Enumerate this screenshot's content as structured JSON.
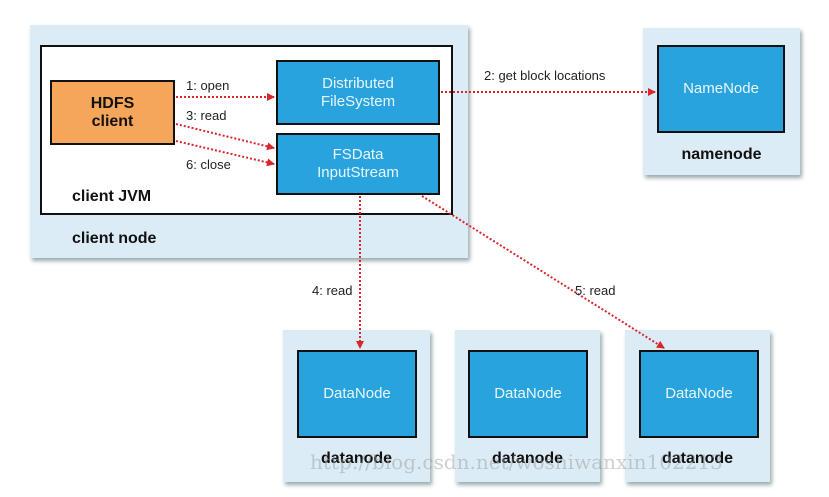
{
  "client_node": {
    "label": "client node",
    "jvm_label": "client JVM",
    "hdfs_client": "HDFS\nclient",
    "dfs": "Distributed\nFileSystem",
    "fsdata": "FSData\nInputStream"
  },
  "namenode": {
    "inner": "NameNode",
    "label": "namenode"
  },
  "datanodes": [
    {
      "inner": "DataNode",
      "label": "datanode"
    },
    {
      "inner": "DataNode",
      "label": "datanode"
    },
    {
      "inner": "DataNode",
      "label": "datanode"
    }
  ],
  "arrows": {
    "open": "1: open",
    "get_block": "2: get block locations",
    "read3": "3: read",
    "read4": "4: read",
    "read5": "5: read",
    "close": "6: close"
  },
  "colors": {
    "node_bg": "#dcecf6",
    "component": "#29a3dd",
    "client": "#f6a65a",
    "arrow": "#d9262c"
  },
  "watermark": "http://blog.csdn.net/woshiwanxin102213"
}
